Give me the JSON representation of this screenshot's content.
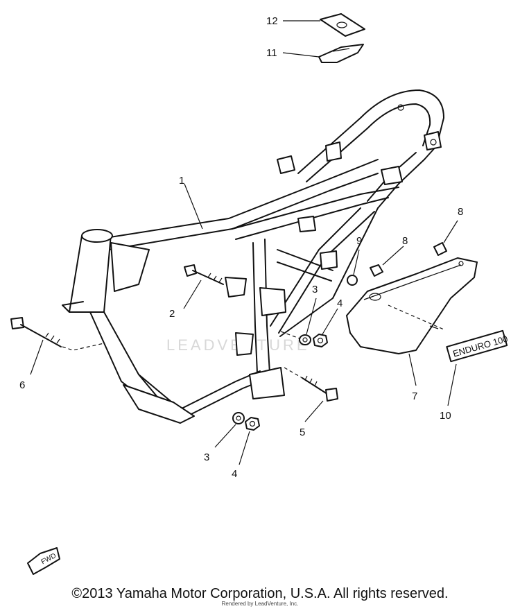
{
  "callouts": {
    "c1": "1",
    "c2": "2",
    "c3a": "3",
    "c3b": "3",
    "c4a": "4",
    "c4b": "4",
    "c5": "5",
    "c6": "6",
    "c7": "7",
    "c8a": "8",
    "c8b": "8",
    "c9": "9",
    "c10": "10",
    "c11": "11",
    "c12": "12"
  },
  "emblem_text": "ENDURO 100",
  "fwd_label": "FWD",
  "watermark": "LEADVENTURE",
  "copyright": "©2013 Yamaha Motor Corporation, U.S.A. All rights reserved.",
  "rendered_by": "Rendered by LeadVenture, Inc."
}
